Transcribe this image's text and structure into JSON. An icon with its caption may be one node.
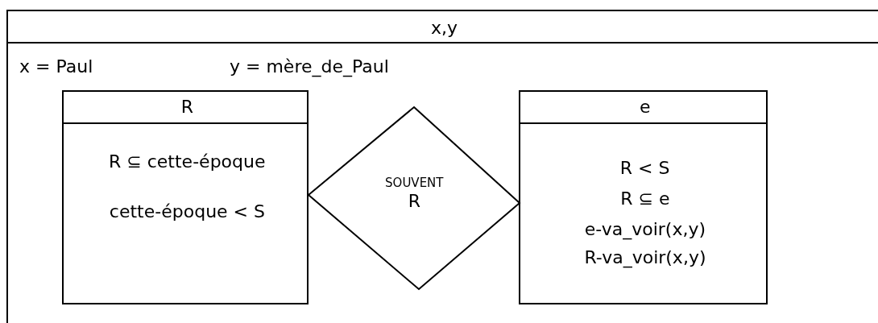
{
  "diagram": {
    "nodes": [
      {
        "text": [
          "x,y",
          "x = Paul",
          "y = mère_de_Paul"
        ]
      },
      {
        "text": [
          "R",
          "R ⊆ cette-époque",
          "cette-époque < S"
        ],
        "in": 0
      },
      {
        "text": [
          "SOUVENT",
          "R"
        ],
        "in": 0
      },
      {
        "text": [
          "e",
          "R < S",
          "R ⊆ e",
          "e-va_voir(x,y)",
          "R-va_voir(x,y)"
        ],
        "in": 0
      }
    ]
  }
}
